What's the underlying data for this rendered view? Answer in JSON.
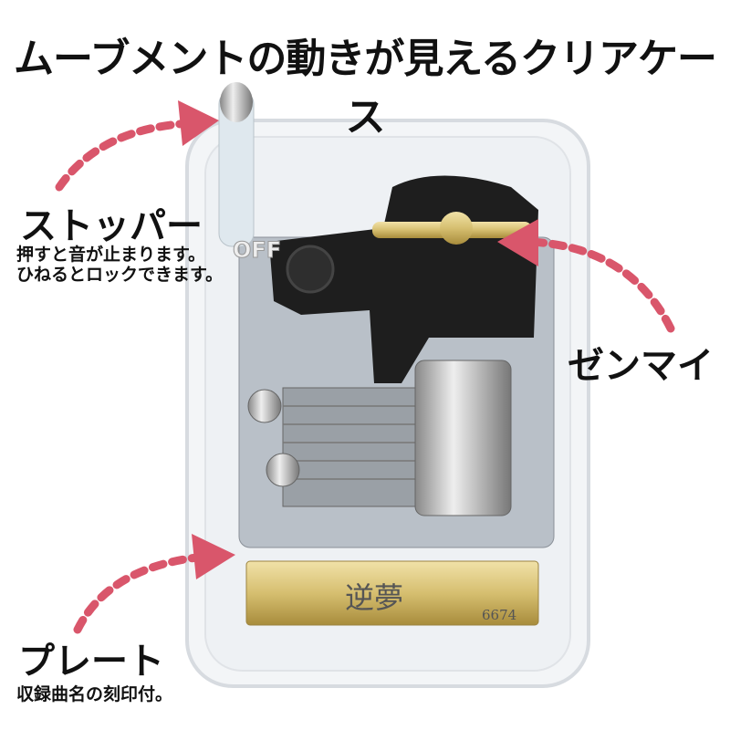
{
  "title": "ムーブメントの動きが見えるクリアケース",
  "callouts": {
    "stopper": {
      "label": "ストッパー",
      "desc_lines": [
        "押すと音が止まります。",
        "ひねるとロックできます。"
      ]
    },
    "spring": {
      "label": "ゼンマイ"
    },
    "plate": {
      "label": "プレート",
      "desc": "収録曲名の刻印付。"
    }
  },
  "product": {
    "plate_engraving": "逆夢",
    "plate_number": "6674",
    "stopper_marking": "OFF"
  },
  "colors": {
    "arrow": "#d9566b",
    "plate_gold": "#d8c27a",
    "frame_black": "#1e1e1e"
  }
}
